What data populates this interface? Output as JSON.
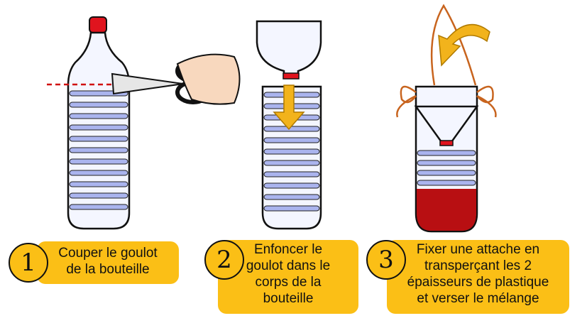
{
  "steps": [
    {
      "number": "1",
      "lines": [
        "Couper le goulot",
        "de la bouteille"
      ]
    },
    {
      "number": "2",
      "lines": [
        "Enfoncer le",
        "goulot dans le",
        "corps de la",
        "bouteille"
      ]
    },
    {
      "number": "3",
      "lines": [
        "Fixer une attache en",
        "transperçant les 2",
        "épaisseurs de plastique",
        "et verser le mélange"
      ]
    }
  ],
  "colors": {
    "label_bg": "#fbbf16",
    "cap": "#e0141e",
    "liquid": "#b80f12",
    "water": "#aab4ee",
    "arrow": "#f2b31c",
    "string": "#c8641e"
  }
}
